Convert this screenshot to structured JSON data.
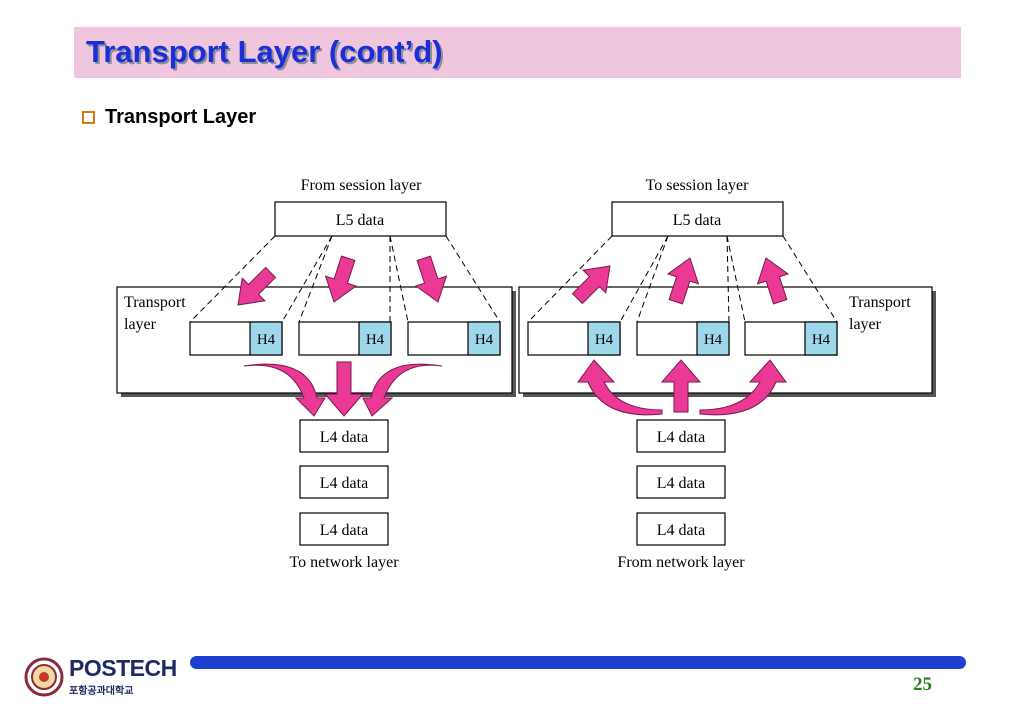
{
  "slide": {
    "title": "Transport Layer (cont’d)",
    "bullet": "Transport Layer",
    "page_number": "25"
  },
  "logo": {
    "name": "POSTECH",
    "subtitle": "포항공과대학교"
  },
  "colors": {
    "title_text": "#1b2fd6",
    "title_band": "#efc6dd",
    "arrow": "#ea3a96",
    "header_fill": "#9ed6ea",
    "footer_bar": "#1d3ecf",
    "page_number": "#2a7a1f"
  },
  "diagram": {
    "sender": {
      "top_caption": "From session layer",
      "l5": "L5 data",
      "layer_label_1": "Transport",
      "layer_label_2": "layer",
      "headers": [
        "H4",
        "H4",
        "H4"
      ],
      "l4": [
        "L4 data",
        "L4 data",
        "L4 data"
      ],
      "bottom_caption": "To network layer"
    },
    "receiver": {
      "top_caption": "To session layer",
      "l5": "L5 data",
      "layer_label_1": "Transport",
      "layer_label_2": "layer",
      "headers": [
        "H4",
        "H4",
        "H4"
      ],
      "l4": [
        "L4 data",
        "L4 data",
        "L4 data"
      ],
      "bottom_caption": "From network layer"
    }
  }
}
